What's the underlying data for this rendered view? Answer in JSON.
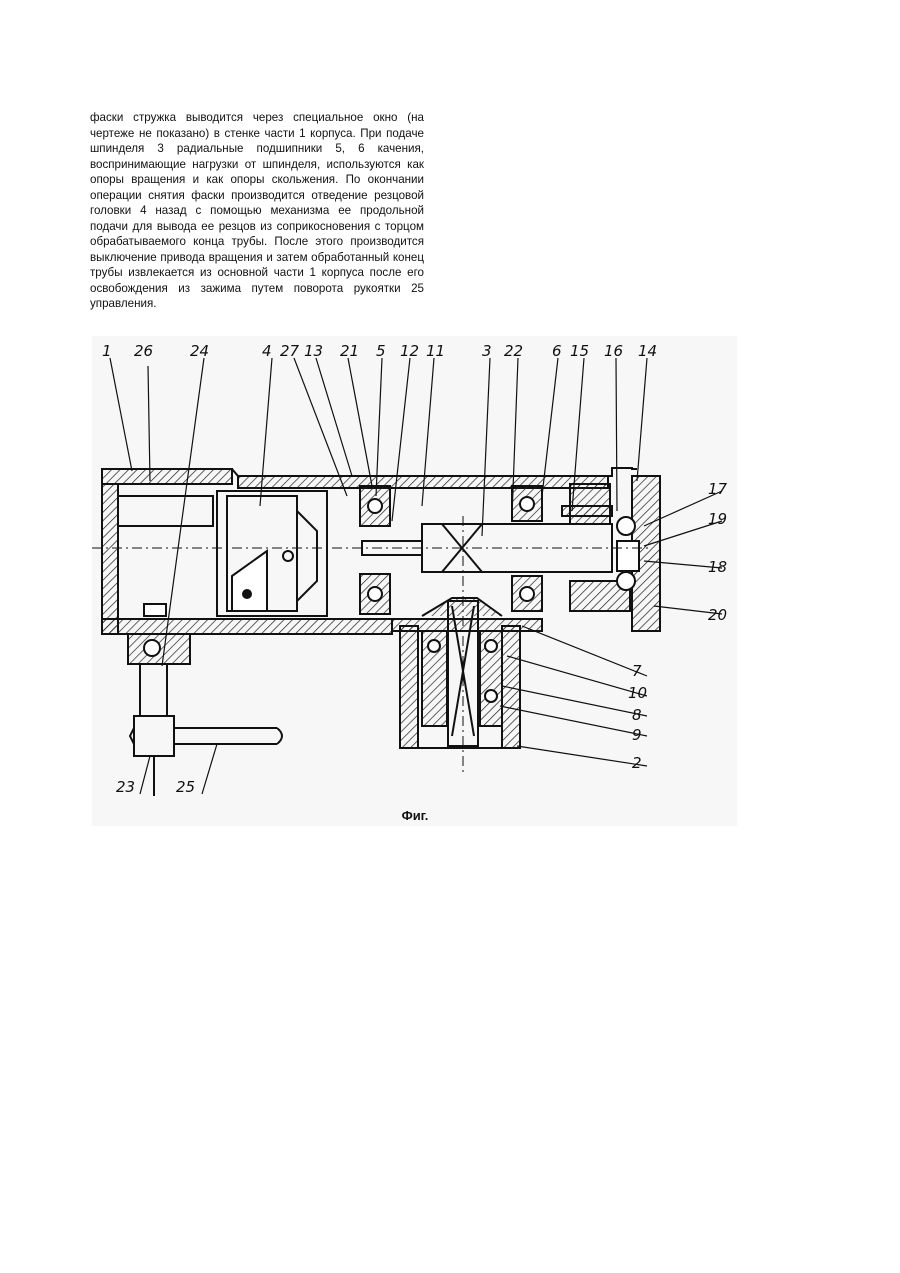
{
  "text": {
    "paragraph": "фаски стружка выводится через специальное окно (на чертеже не показано) в стенке части 1 корпуса. При подаче шпинделя 3 радиальные подшипники 5, 6 качения, воспринимающие нагрузки от шпинделя, используются как опоры вращения и как опоры скольжения. По окончании операции снятия фаски производится отведение резцовой головки 4 назад с помощью механизма ее продольной подачи для вывода ее резцов из соприкосновения с торцом обрабатываемого конца трубы. После этого производится выключение привода вращения и затем обработанный конец трубы извлекается из основной части 1 корпуса после его освобождения из зажима путем поворота рукоятки 25 управления."
  },
  "figure": {
    "caption": "Фиг.",
    "callouts": {
      "c1": "1",
      "c26": "26",
      "c24": "24",
      "c4": "4",
      "c27": "27",
      "c13": "13",
      "c21": "21",
      "c5": "5",
      "c12": "12",
      "c11": "11",
      "c3": "3",
      "c22": "22",
      "c6": "6",
      "c15": "15",
      "c16": "16",
      "c14": "14",
      "c17": "17",
      "c19": "19",
      "c18": "18",
      "c20": "20",
      "c7": "7",
      "c10": "10",
      "c8": "8",
      "c9": "9",
      "c2": "2",
      "c23": "23",
      "c25": "25"
    }
  }
}
